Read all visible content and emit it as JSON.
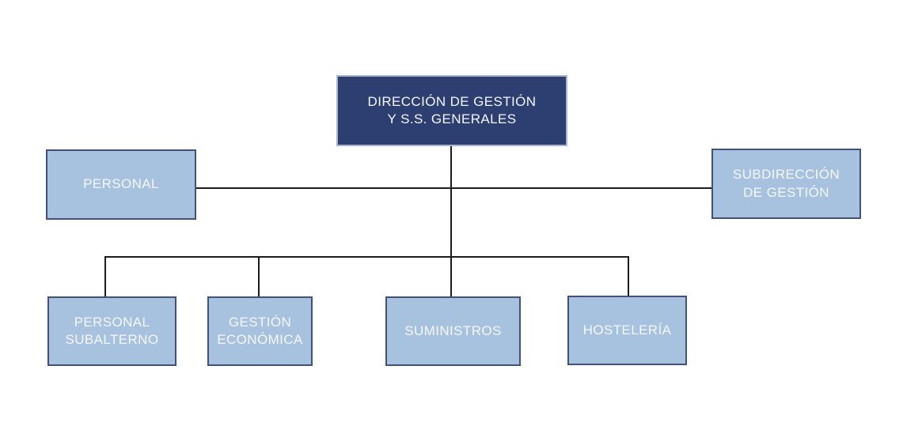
{
  "diagram": {
    "type": "org-chart",
    "nodes": {
      "direccion": {
        "label": "DIRECCIÓN DE GESTIÓN\nY S.S. GENERALES",
        "role": "root"
      },
      "personal": {
        "label": "PERSONAL",
        "role": "staff-left"
      },
      "subdireccion": {
        "label": "SUBDIRECCIÓN\nDE GESTIÓN",
        "role": "staff-right"
      },
      "personal_subalterno": {
        "label": "PERSONAL\nSUBALTERNO",
        "role": "department"
      },
      "gestion_economica": {
        "label": "GESTIÓN\nECONÓMICA",
        "role": "department"
      },
      "suministros": {
        "label": "SUMINISTROS",
        "role": "department"
      },
      "hosteleria": {
        "label": "HOSTELERÍA",
        "role": "department"
      }
    },
    "edges": [
      {
        "from": "direccion",
        "to": "personal"
      },
      {
        "from": "direccion",
        "to": "subdireccion"
      },
      {
        "from": "direccion",
        "to": "personal_subalterno"
      },
      {
        "from": "direccion",
        "to": "gestion_economica"
      },
      {
        "from": "direccion",
        "to": "suministros"
      },
      {
        "from": "direccion",
        "to": "hosteleria"
      }
    ],
    "colors": {
      "primary_fill": "#2d3e71",
      "primary_border": "#aab4d3",
      "secondary_fill": "#a7c2df",
      "secondary_border": "#40507f",
      "text_color": "#f5f8fb",
      "connector_color": "#1c1c1c",
      "background": "#ffffff"
    }
  }
}
